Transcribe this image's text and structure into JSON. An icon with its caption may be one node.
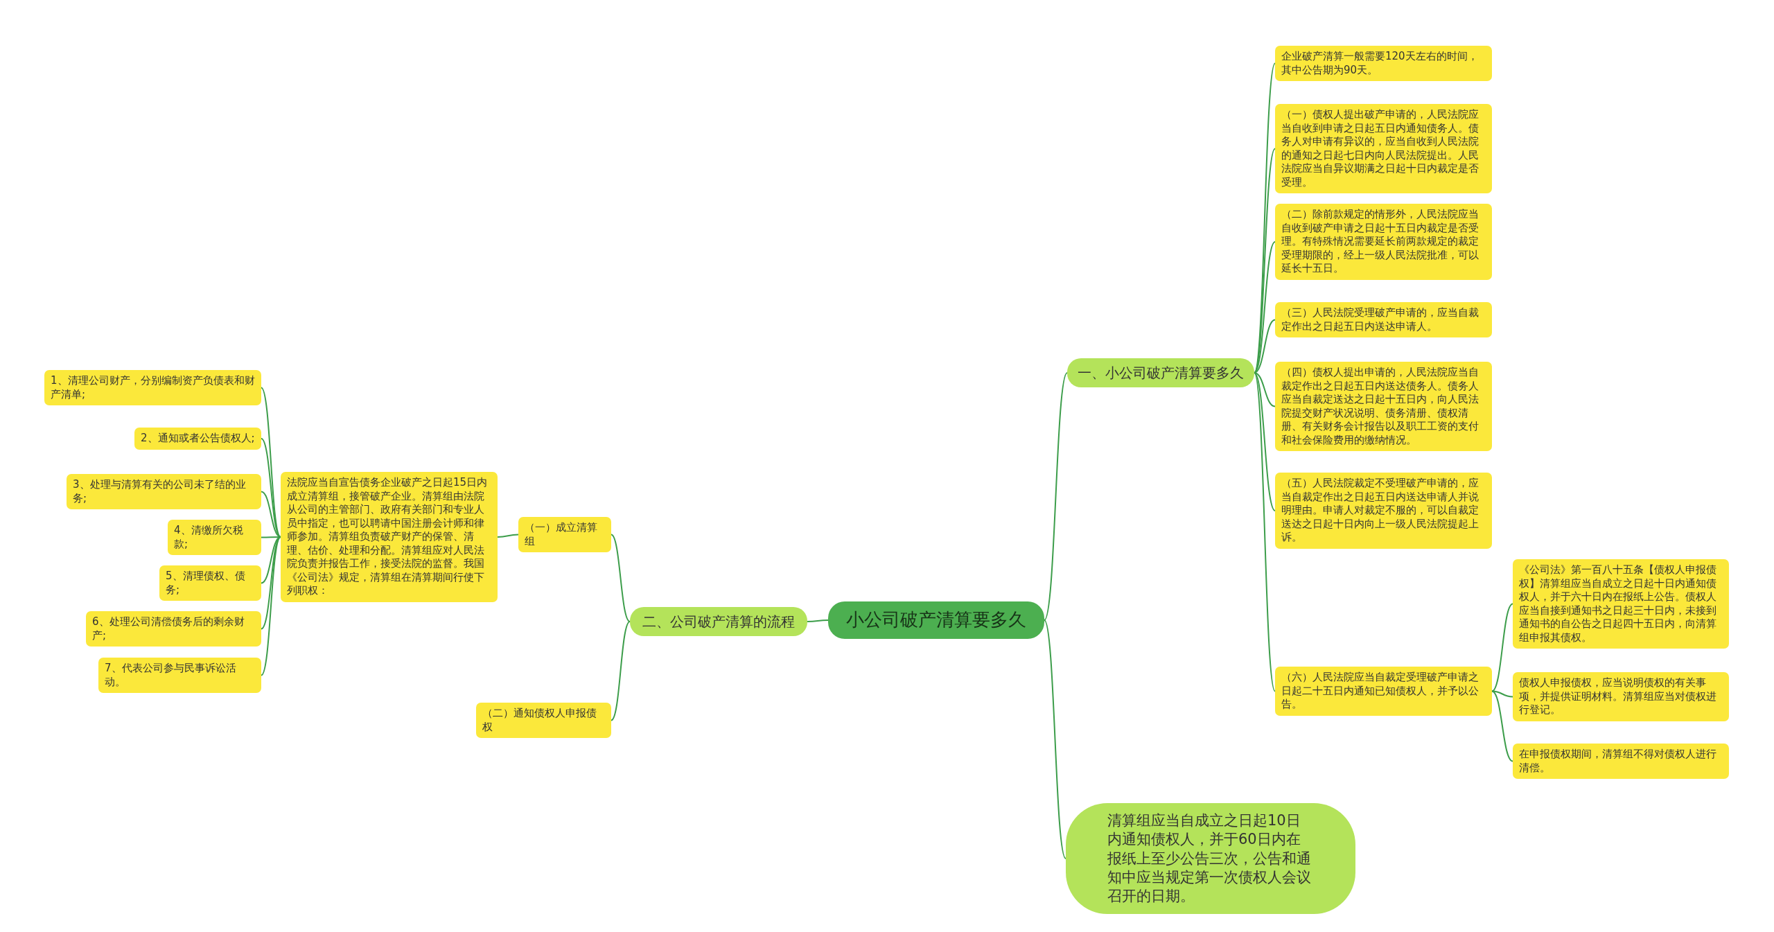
{
  "diagram": {
    "nodes": [
      {
        "text": [
          "小公司破产清算要多久"
        ]
      },
      {
        "text": [
          "一、小公司破产清算要多久"
        ]
      },
      {
        "text": [
          "企业破产清算一般需要120天左右的时间，其中公告期为90天。"
        ]
      },
      {
        "text": [
          "（一）债权人提出破产申请的，人民法院应当自收到申请之日起五日内通知债务人。债务人对申请有异议的，应当自收到人民法院的通知之日起七日内向人民法院提出。人民法院应当自异议期满之日起十日内裁定是否受理。"
        ]
      },
      {
        "text": [
          "（二）除前款规定的情形外，人民法院应当自收到破产申请之日起十五日内裁定是否受理。有特殊情况需要延长前两款规定的裁定受理期限的，经上一级人民法院批准，可以延长十五日。"
        ]
      },
      {
        "text": [
          "（三）人民法院受理破产申请的，应当自裁定作出之日起五日内送达申请人。"
        ]
      },
      {
        "text": [
          "（四）债权人提出申请的，人民法院应当自裁定作出之日起五日内送达债务人。债务人应当自裁定送达之日起十五日内，向人民法院提交财产状况说明、债务清册、债权清册、有关财务会计报告以及职工工资的支付和社会保险费用的缴纳情况。"
        ]
      },
      {
        "text": [
          "（五）人民法院裁定不受理破产申请的，应当自裁定作出之日起五日内送达申请人并说明理由。申请人对裁定不服的，可以自裁定送达之日起十日内向上一级人民法院提起上诉。"
        ]
      },
      {
        "text": [
          "（六）人民法院应当自裁定受理破产申请之日起二十五日内通知已知债权人，并予以公告。"
        ]
      },
      {
        "text": [
          "《公司法》第一百八十五条【债权人申报债权】清算组应当自成立之日起十日内通知债权人，并于六十日内在报纸上公告。债权人应当自接到通知书之日起三十日内，未接到通知书的自公告之日起四十五日内，向清算组申报其债权。"
        ]
      },
      {
        "text": [
          "债权人申报债权，应当说明债权的有关事项，并提供证明材料。清算组应当对债权进行登记。"
        ]
      },
      {
        "text": [
          "在申报债权期间，清算组不得对债权人进行清偿。"
        ]
      },
      {
        "text": [
          "二、公司破产清算的流程"
        ]
      },
      {
        "text": [
          "（一）成立清算组"
        ]
      },
      {
        "text": [
          "法院应当自宣告债务企业破产之日起15日内成立清算组，接管破产企业。清算组由法院从公司的主管部门、政府有关部门和专业人员中指定，也可以聘请中国注册会计师和律师参加。清算组负责破产财产的保管、清理、估价、处理和分配。清算组应对人民法院负责并报告工作，接受法院的监督。我国《公司法》规定，清算组在清算期间行使下列职权："
        ]
      },
      {
        "text": [
          "1、清理公司财产，分别编制资产负债表和财产清单;"
        ]
      },
      {
        "text": [
          "2、通知或者公告债权人;"
        ]
      },
      {
        "text": [
          "3、处理与清算有关的公司未了结的业务;"
        ]
      },
      {
        "text": [
          "4、清缴所欠税款;"
        ]
      },
      {
        "text": [
          "5、清理债权、债务;"
        ]
      },
      {
        "text": [
          "6、处理公司清偿债务后的剩余财产;"
        ]
      },
      {
        "text": [
          "7、代表公司参与民事诉讼活动。"
        ]
      },
      {
        "text": [
          "（二）通知债权人申报债权"
        ]
      },
      {
        "text": [
          "清算组应当自成立之日起10日内通知债权人，并于60日内在报纸上至少公告三次，公告和通知中应当规定第一次债权人会议召开的日期。"
        ]
      }
    ],
    "edges": [
      {
        "from": 0,
        "to": 1,
        "arrow": "none"
      },
      {
        "from": 1,
        "to": 2,
        "arrow": "none"
      },
      {
        "from": 1,
        "to": 3,
        "arrow": "none"
      },
      {
        "from": 1,
        "to": 4,
        "arrow": "none"
      },
      {
        "from": 1,
        "to": 5,
        "arrow": "none"
      },
      {
        "from": 1,
        "to": 6,
        "arrow": "none"
      },
      {
        "from": 1,
        "to": 7,
        "arrow": "none"
      },
      {
        "from": 1,
        "to": 8,
        "arrow": "none"
      },
      {
        "from": 8,
        "to": 9,
        "arrow": "none"
      },
      {
        "from": 8,
        "to": 10,
        "arrow": "none"
      },
      {
        "from": 8,
        "to": 11,
        "arrow": "none"
      },
      {
        "from": 0,
        "to": 12,
        "arrow": "none"
      },
      {
        "from": 12,
        "to": 13,
        "arrow": "none"
      },
      {
        "from": 13,
        "to": 14,
        "arrow": "none"
      },
      {
        "from": 14,
        "to": 15,
        "arrow": "none"
      },
      {
        "from": 14,
        "to": 16,
        "arrow": "none"
      },
      {
        "from": 14,
        "to": 17,
        "arrow": "none"
      },
      {
        "from": 14,
        "to": 18,
        "arrow": "none"
      },
      {
        "from": 14,
        "to": 19,
        "arrow": "none"
      },
      {
        "from": 14,
        "to": 20,
        "arrow": "none"
      },
      {
        "from": 14,
        "to": 21,
        "arrow": "none"
      },
      {
        "from": 12,
        "to": 22,
        "arrow": "none"
      },
      {
        "from": 0,
        "to": 23,
        "arrow": "none"
      }
    ]
  }
}
